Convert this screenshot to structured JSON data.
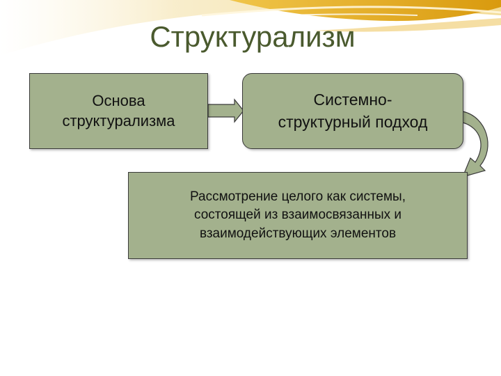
{
  "slide": {
    "title": "Структурализм"
  },
  "boxes": {
    "basis": "Основа\nструктурализма",
    "systems_approach": "Системно-\nструктурный подход",
    "definition": "Рассмотрение целого как системы,\nсостоящей из взаимосвязанных и\nвзаимодействующих элементов"
  },
  "colors": {
    "box_fill": "#a3b18d",
    "title_color": "#4a5a2e",
    "decor_gold": "#e6a817",
    "decor_cream": "#f5e7b5"
  }
}
